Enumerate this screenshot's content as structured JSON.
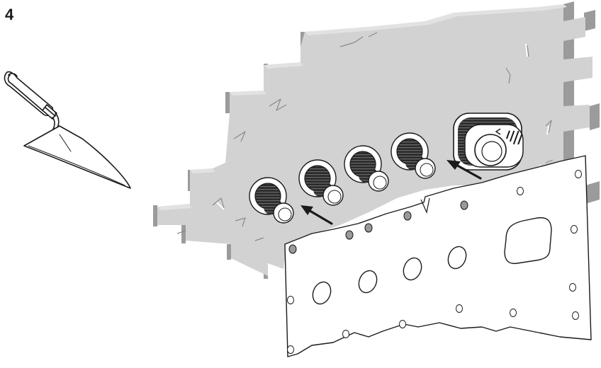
{
  "step": {
    "number": "4"
  },
  "colors": {
    "wall_face": "#d2d2d2",
    "wall_edge": "#9b9b9b",
    "line": "#1a1a1a",
    "plate": "#ffffff",
    "fitting_dark": "#2b2b2b",
    "fitting_light": "#ffffff",
    "outlet_hole": "#9a9a9a"
  },
  "icons": [
    "trowel-icon",
    "arrow-left-icon",
    "push-fitting-icon",
    "thermostatic-cartridge-icon",
    "mounting-plate-icon",
    "brick-wall-icon"
  ],
  "fittings": {
    "count": 4,
    "arrows": 2
  }
}
